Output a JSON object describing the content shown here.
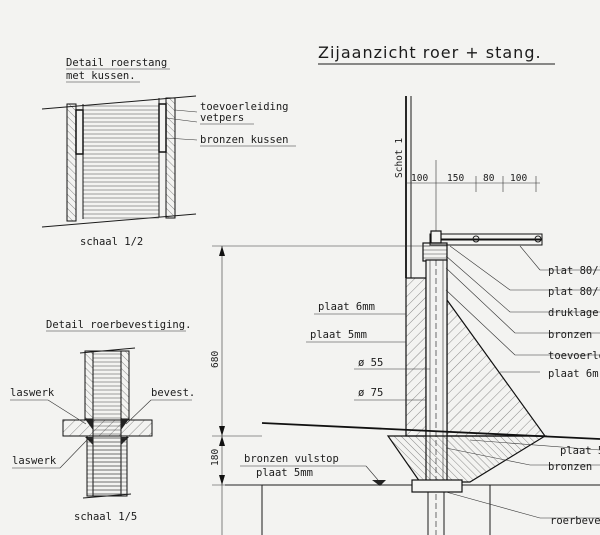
{
  "drawing": {
    "title": "Zijaanzicht roer + stang.",
    "detail1": {
      "title_line1": "Detail roerstang",
      "title_line2": "met kussen.",
      "label_toevoer": "toevoerleiding",
      "label_vetpers": "vetpers",
      "label_kussen": "bronzen kussen",
      "scale": "schaal 1/2"
    },
    "detail2": {
      "title": "Detail roerbevestiging.",
      "label_laswerk_top": "laswerk",
      "label_bevest": "bevest.",
      "label_laswerk_bottom": "laswerk",
      "scale": "schaal 1/5"
    },
    "main": {
      "schot": "Schot 1",
      "dims_top": [
        "100",
        "150",
        "80",
        "100"
      ],
      "dim_680": "680",
      "dim_180": "180",
      "dia_55": "ø 55",
      "dia_75": "ø 75",
      "left_labels": {
        "plaat6": "plaat 6mm",
        "plaat5": "plaat 5mm",
        "vulstop": "bronzen vulstop",
        "plaat5b": "plaat 5mm"
      },
      "right_labels": [
        "plat 80/1",
        "plat 80/1",
        "druklage",
        "bronzen",
        "toevoerle",
        "plaat 6m",
        "plaat 5m",
        "bronzen",
        "roerbeve"
      ]
    }
  }
}
